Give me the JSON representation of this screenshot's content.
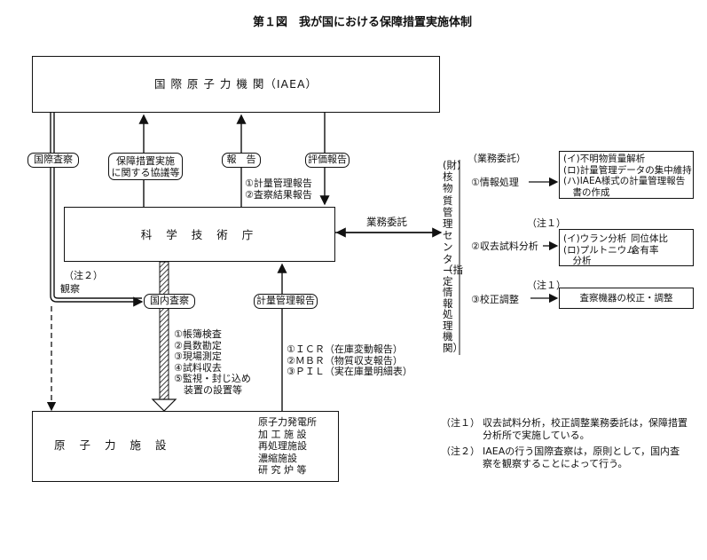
{
  "title": "第１図　我が国における保障措置実施体制",
  "iaea": "国 際 原 子 力 機 関（IAEA）",
  "sta": "科 学 技 術 庁",
  "facility": "原 子 力 施 設",
  "facility_types": "原子力発電所\n加 工 施 設\n再処理施設\n濃縮施設\n研 究 炉 等",
  "labels": {
    "intl_inspection": "国際査察",
    "safeguards_agreement": "保障措置実施\nに関する協議等",
    "report": "報　告",
    "evaluation_report": "評価報告",
    "domestic_inspection": "国内査察",
    "accounting_report": "計量管理報告",
    "outsourcing": "業務委託",
    "witness": "観察",
    "note2_marker": "（注２）"
  },
  "report_items": "①計量管理報告\n②査察結果報告",
  "inspection_items": "①帳簿検査\n②員数勘定\n③現場測定\n④試料収去\n⑤監視・封じ込め\n　装置の設置等",
  "report_types": "①ＩＣＲ（在庫変動報告）\n②ＭＢＲ（物質収支報告）\n③ＰＩＬ（実在庫量明細表）",
  "center_name": "(財)核物質管理センター",
  "center_sub": "（指定情報処理機関）",
  "business": {
    "heading": "（業務委託）",
    "info_processing": "①情報処理",
    "info_tasks": "(イ)不明物質量解析\n(ロ)計量管理データの集中維持\n(ハ)IAEA様式の計量管理報告\n　書の作成",
    "note1a": "（注１）",
    "sample_analysis": "②収去試料分析",
    "sample_tasks": "(イ)ウラン分析\n(ロ)プルトニウム\n　分析",
    "sample_bracket": "同位体比\n含有率",
    "note1b": "（注１）",
    "calibration": "③校正調整",
    "calibration_task": "査察機器の校正・調整"
  },
  "notes": {
    "note1_label": "（注１）",
    "note1_text": "収去試料分析，校正調整業務委託は，保障措置\n分析所で実施している。",
    "note2_label": "（注２）",
    "note2_text": "IAEAの行う国際査察は，原則として，国内査\n察を観察することによって行う。"
  }
}
